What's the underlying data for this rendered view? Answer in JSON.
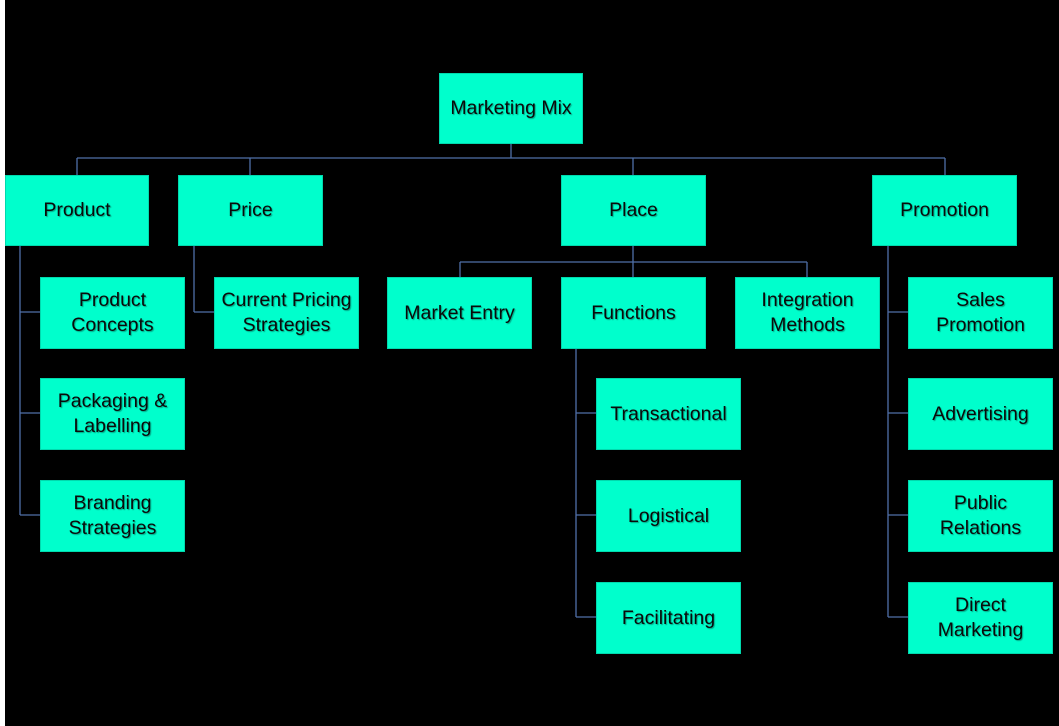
{
  "diagram": {
    "background": "#000000",
    "node_color": "#00ffcc",
    "connector_color": "#4f6fa8",
    "root": "Marketing Mix",
    "product": {
      "label": "Product",
      "children": [
        "Product\nConcepts",
        "Packaging &\nLabelling",
        "Branding\nStrategies"
      ]
    },
    "price": {
      "label": "Price",
      "children": [
        "Current Pricing\nStrategies"
      ]
    },
    "place": {
      "label": "Place",
      "children": [
        "Market Entry",
        "Functions",
        "Integration\nMethods"
      ],
      "functions_children": [
        "Transactional",
        "Logistical",
        "Facilitating"
      ]
    },
    "promotion": {
      "label": "Promotion",
      "children": [
        "Sales\nPromotion",
        "Advertising",
        "Public\nRelations",
        "Direct\nMarketing"
      ]
    }
  }
}
